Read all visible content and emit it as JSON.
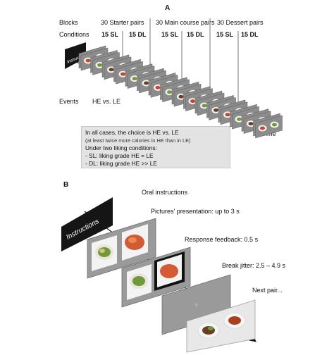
{
  "panel_a": {
    "letter": "A",
    "rows": {
      "blocks": "Blocks",
      "conditions": "Conditions",
      "events": "Events"
    },
    "blocks": [
      {
        "label": "30 Starter pairs",
        "sl": "15 SL",
        "dl": "15 DL"
      },
      {
        "label": "30 Main course pairs",
        "sl": "15 SL",
        "dl": "15 DL"
      },
      {
        "label": "30 Dessert pairs",
        "sl": "15 SL",
        "dl": "15 DL"
      }
    ],
    "instructions_card": "Instructions",
    "event_label": "HE vs. LE",
    "time_label": "Time",
    "note": {
      "line1": "In all cases, the choice is HE vs. LE",
      "line2": "(at least twice more calories in HE than in LE)",
      "line3": "Under two liking conditions:",
      "line4": "-    SL: liking grade HE = LE",
      "line5": "-    DL: liking grade HE >> LE"
    }
  },
  "panel_b": {
    "letter": "B",
    "instructions_card": "Instructions",
    "steps": [
      "Oral instructions",
      "Pictures' presentation: up to 3 s",
      "Response feedback: 0.5 s",
      "Break jitter: 2.5 – 4.9 s",
      "Next pair..."
    ]
  },
  "colors": {
    "card_dark": "#151515",
    "card_grey": "#8c8c8c",
    "plate_white": "#f4f4f4",
    "food_red": "#c8452d",
    "food_green": "#6f9a3c",
    "food_brown": "#6b3f22",
    "note_bg": "#e3e3e3"
  }
}
